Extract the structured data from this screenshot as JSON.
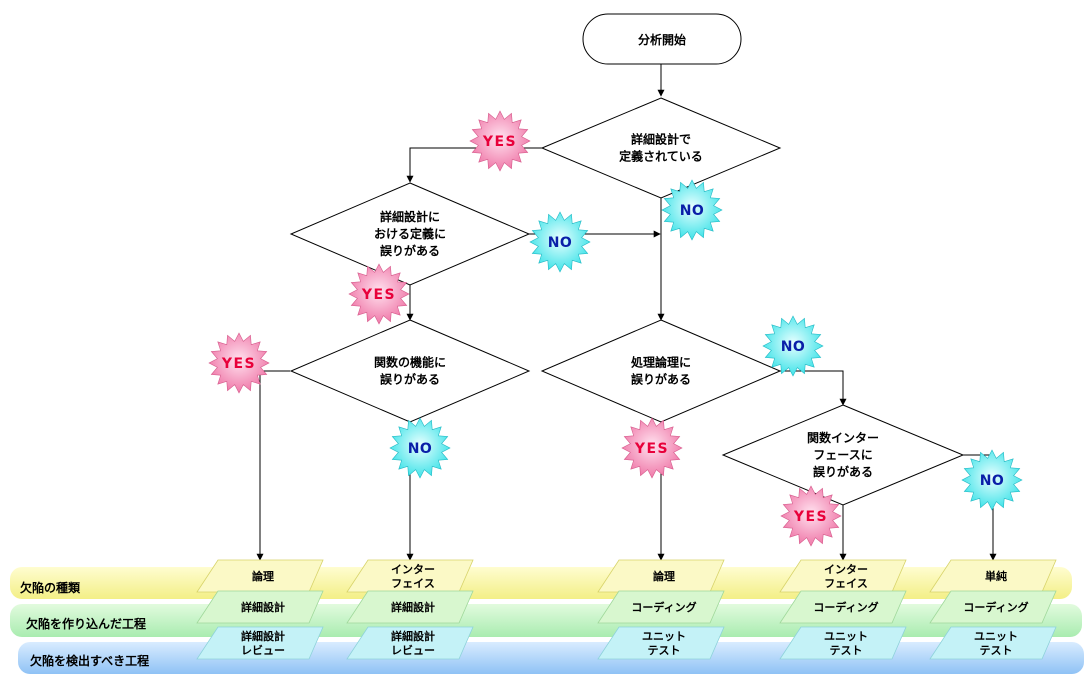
{
  "flow": {
    "start": "分析開始",
    "decisions": {
      "d1": [
        "詳細設計で",
        "定義されている"
      ],
      "d2": [
        "詳細設計に",
        "おける定義に",
        "誤りがある"
      ],
      "d3": [
        "関数の機能に",
        "誤りがある"
      ],
      "d4": [
        "処理論理に",
        "誤りがある"
      ],
      "d5": [
        "関数インター",
        "フェースに",
        "誤りがある"
      ]
    },
    "yes": "YES",
    "no": "NO"
  },
  "bands": {
    "defect_type": "欠陥の種類",
    "injected_phase": "欠陥を作り込んだ工程",
    "detect_phase": "欠陥を検出すべき工程"
  },
  "columns": [
    {
      "type": [
        "論理"
      ],
      "injected": [
        "詳細設計"
      ],
      "detect": [
        "詳細設計",
        "レビュー"
      ]
    },
    {
      "type": [
        "インター",
        "フェイス"
      ],
      "injected": [
        "詳細設計"
      ],
      "detect": [
        "詳細設計",
        "レビュー"
      ]
    },
    {
      "type": [
        "論理"
      ],
      "injected": [
        "コーディング"
      ],
      "detect": [
        "ユニット",
        "テスト"
      ]
    },
    {
      "type": [
        "インター",
        "フェイス"
      ],
      "injected": [
        "コーディング"
      ],
      "detect": [
        "ユニット",
        "テスト"
      ]
    },
    {
      "type": [
        "単純"
      ],
      "injected": [
        "コーディング"
      ],
      "detect": [
        "ユニット",
        "テスト"
      ]
    }
  ],
  "colors": {
    "yes_fill": "#f58fb5",
    "yes_text": "#e8003a",
    "no_fill": "#5ff0ee",
    "no_text": "#0a1fa8",
    "band_yellow": "#fbf9a6",
    "band_green": "#c8f5c0",
    "band_blue": "#b9dcff",
    "para_yellow": "#fbf9c6",
    "para_green": "#d8f7cf",
    "para_blue": "#c4f2f7"
  }
}
